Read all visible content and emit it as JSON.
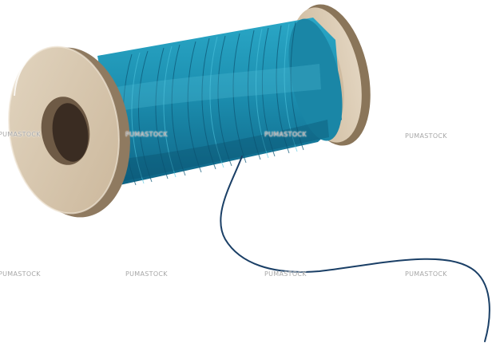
{
  "image": {
    "subject": "spool of blue thread",
    "colors": {
      "thread": "#1f8fae",
      "thread_dark": "#0f5f7c",
      "thread_light": "#3bb6d2",
      "loose_thread": "#1a3f66",
      "spool_face": "#d8c7ad",
      "spool_edge": "#8f7a60",
      "spool_hole": "#3a2c22",
      "background": "#ffffff"
    }
  },
  "watermarks": [
    {
      "text": "PUMASTOCK"
    },
    {
      "text": "PUMASTOCK"
    },
    {
      "text": "PUMASTOCK"
    },
    {
      "text": "PUMASTOCK"
    },
    {
      "text": "PUMASTOCK"
    },
    {
      "text": "PUMASTOCK"
    },
    {
      "text": "PUMASTOCK"
    },
    {
      "text": "PUMASTOCK"
    }
  ]
}
